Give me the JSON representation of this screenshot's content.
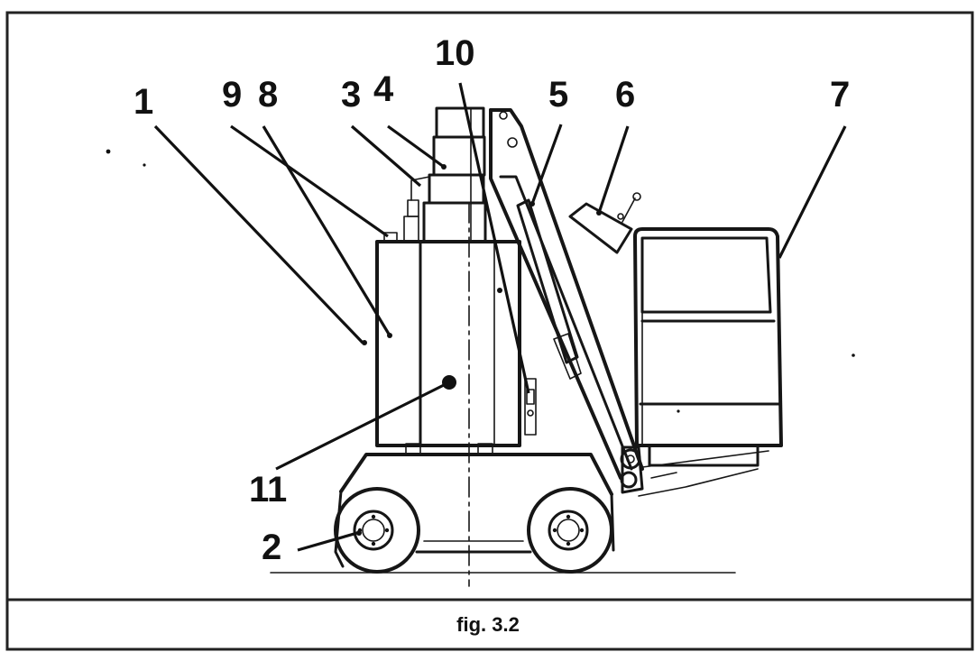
{
  "caption": "fig. 3.2",
  "callouts": {
    "c1": "1",
    "c2": "2",
    "c3": "3",
    "c4": "4",
    "c5": "5",
    "c6": "6",
    "c7": "7",
    "c8": "8",
    "c9": "9",
    "c10": "10",
    "c11": "11"
  },
  "colors": {
    "ink": "#161616",
    "paper": "#ffffff"
  }
}
